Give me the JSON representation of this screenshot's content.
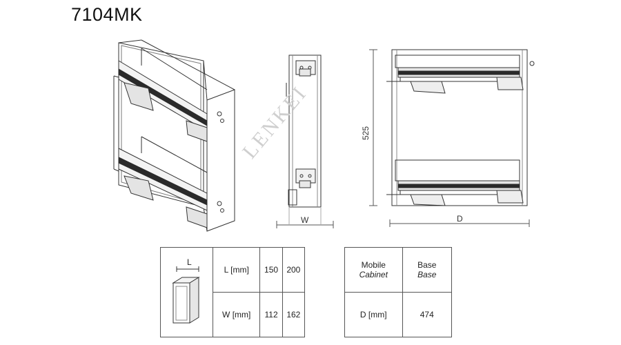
{
  "title": "7104MK",
  "watermark": "LENKEI",
  "dimensions": {
    "width_label": "W",
    "depth_label": "D",
    "height_label": "525"
  },
  "size_table": {
    "icon_label": "L",
    "rows": [
      {
        "label": "L [mm]",
        "values": [
          "150",
          "200"
        ]
      },
      {
        "label": "W [mm]",
        "values": [
          "112",
          "162"
        ]
      }
    ]
  },
  "depth_table": {
    "headers": [
      {
        "line1": "Mobile",
        "line2": "Cabinet"
      },
      {
        "line1": "Base",
        "line2": "Base"
      }
    ],
    "row_label": "D [mm]",
    "value": "474"
  }
}
